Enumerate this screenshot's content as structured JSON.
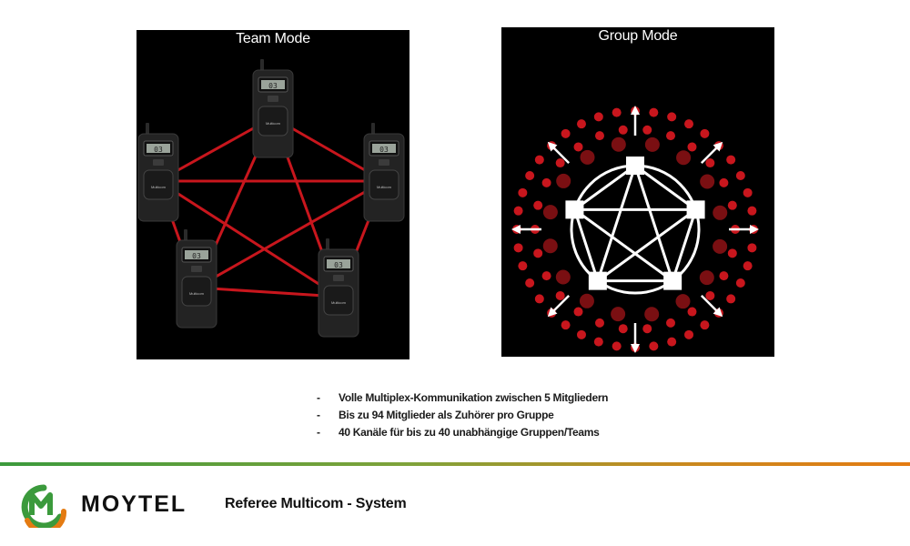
{
  "team_mode": {
    "title": "Team Mode",
    "radio_display": "03",
    "radio_label": "Multicom",
    "link_color": "#c8161d"
  },
  "group_mode": {
    "title": "Group Mode",
    "dot_color": "#c8161d",
    "line_color": "#ffffff"
  },
  "features": [
    "Volle Multiplex-Kommunikation zwischen 5 Mitgliedern",
    "Bis zu 94 Mitglieder als Zuhörer pro Gruppe",
    "40 Kanäle für bis zu 40 unabhängige Gruppen/Teams"
  ],
  "bullet_marker": "-",
  "footer": {
    "brand": "MOYTEL",
    "system_title": "Referee  Multicom - System",
    "brand_green": "#3b9a3c",
    "brand_orange": "#e47b12"
  }
}
